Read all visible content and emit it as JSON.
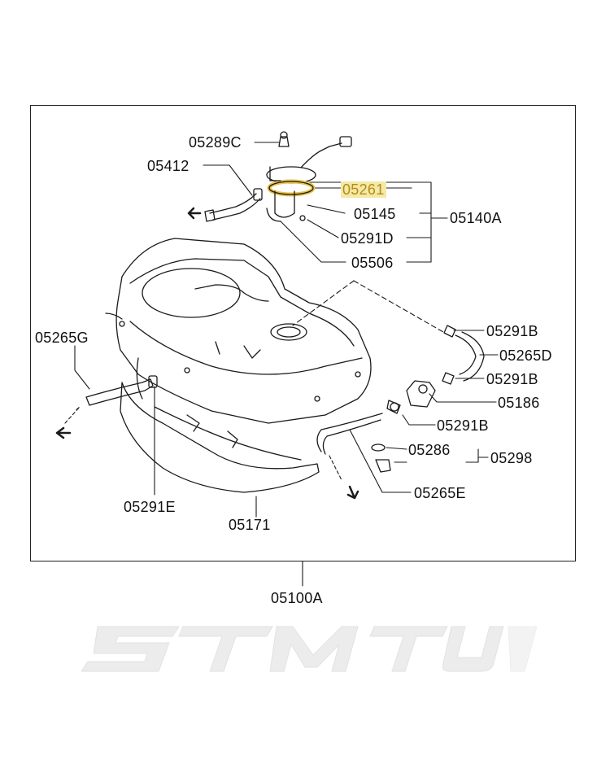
{
  "diagram": {
    "highlight_color": "#e8c24a",
    "labels": {
      "l05289C": "05289C",
      "l05412": "05412",
      "l05261": "05261",
      "l05145": "05145",
      "l05140A": "05140A",
      "l05291D": "05291D",
      "l05506": "05506",
      "l05265G": "05265G",
      "l05291B_1": "05291B",
      "l05265D": "05265D",
      "l05291B_2": "05291B",
      "l05186": "05186",
      "l05291B_3": "05291B",
      "l05286": "05286",
      "l05298": "05298",
      "l05265E": "05265E",
      "l05291E": "05291E",
      "l05171": "05171",
      "l05100A": "05100A"
    }
  },
  "watermark": {
    "text": "STMTUNED"
  }
}
